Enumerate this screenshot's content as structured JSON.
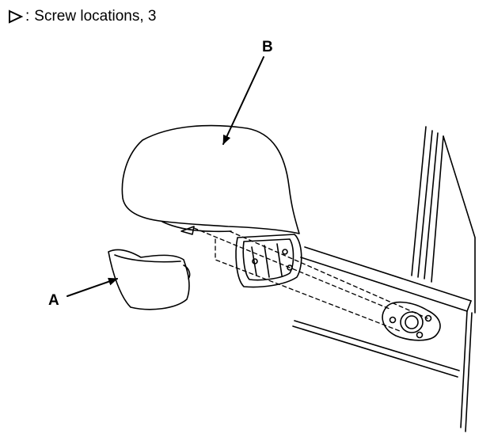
{
  "legend": {
    "symbol_icon": "triangle-outline-icon",
    "colon": ":",
    "text": "Screw locations, 3"
  },
  "callouts": {
    "a": "A",
    "b": "B"
  },
  "colors": {
    "line": "#000000",
    "background": "#ffffff"
  }
}
